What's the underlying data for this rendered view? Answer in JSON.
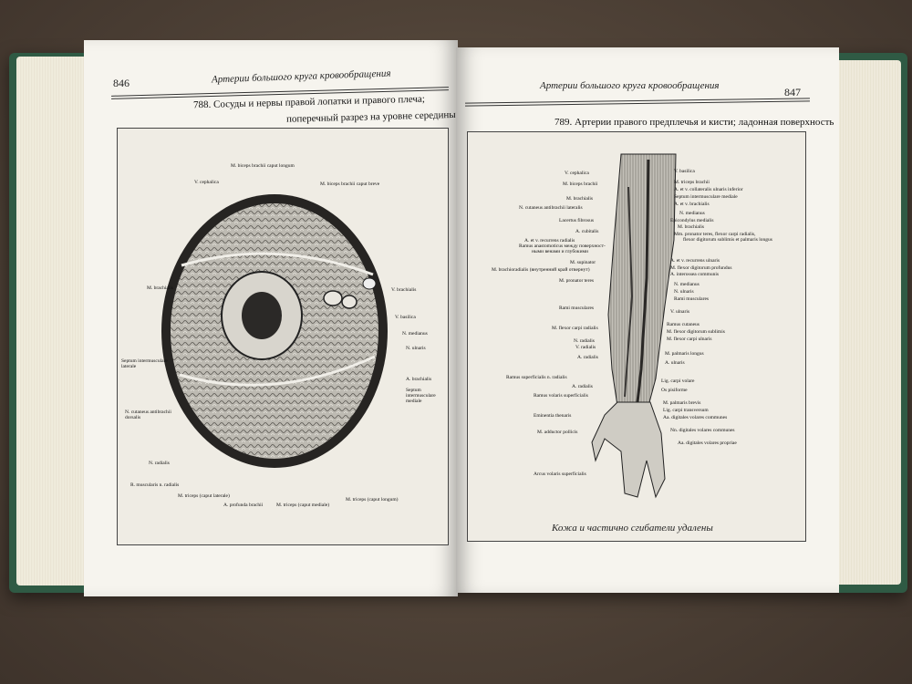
{
  "left_page": {
    "page_number": "846",
    "running_head": "Артерии большого круга кровообращения",
    "figure_caption_line1": "788. Сосуды и нервы правой лопатки и правого плеча;",
    "figure_caption_line2": "поперечный разрез на уровне середины плеча",
    "labels": [
      "M. biceps brachii caput longum",
      "V. cephalica",
      "M. biceps brachii caput breve",
      "M. brachialis",
      "V. brachialis",
      "V. basilica",
      "N. medianus",
      "N. ulnaris",
      "Septum intermusculare laterale",
      "A. brachialis",
      "Septum intermusculare mediale",
      "N. cutaneus antibrachii dorsalis",
      "N. radialis",
      "R. muscularis n. radialis",
      "M. triceps (caput laterale)",
      "A. profunda brachii",
      "M. triceps (caput mediale)",
      "M. triceps (caput longum)"
    ]
  },
  "right_page": {
    "page_number": "847",
    "running_head": "Артерии большого круга кровообращения",
    "figure_caption": "789. Артерии правого предплечья и кисти; ладонная поверхность",
    "footnote": "Кожа и частично сгибатели удалены",
    "labels_left": [
      "V. cephalica",
      "M. biceps brachii",
      "M. brachialis",
      "N. cutaneus antibrachii lateralis",
      "Lacertus fibrosus",
      "A. cubitalis",
      "A. et v. recurrens radialis",
      "Ramus anastomoticus между поверхност-",
      "ными венами и глубокими",
      "M. supinator",
      "M. brachioradialis (внутренний край отвернут)",
      "M. pronator teres",
      "Rami musculares",
      "M. flexor carpi radialis",
      "N. radialis",
      "V. radialis",
      "A. radialis",
      "Ramus superficialis n. radialis",
      "A. radialis",
      "Ramus volaris superficialis",
      "Eminentia thenaris",
      "M. adductor pollicis",
      "Arcus volaris superficialis"
    ],
    "labels_right": [
      "V. basilica",
      "M. triceps brachii",
      "A. et v. collateralis ulnaris inferior",
      "Septum intermusculare mediale",
      "A. et v. brachialis",
      "N. medianus",
      "Epicondylus medialis",
      "M. brachialis",
      "Mm. pronator teres, flexor carpi radialis,",
      "flexor digitorum sublimis et palmaris longus",
      "A. et v. recurrens ulnaris",
      "M. flexor digitorum profundus",
      "A. interossea communis",
      "N. medianus",
      "N. ulnaris",
      "Rami musculares",
      "V. ulnaris",
      "Ramus cutaneus",
      "M. flexor digitorum sublimis",
      "M. flexor carpi ulnaris",
      "M. palmaris longus",
      "A. ulnaris",
      "Lig. carpi volare",
      "Os pisiforme",
      "M. palmaris brevis",
      "Lig. carpi transversum",
      "Aa. digitales volares communes",
      "Nn. digitales volares communes",
      "Aa. digitales volares propriae"
    ]
  }
}
